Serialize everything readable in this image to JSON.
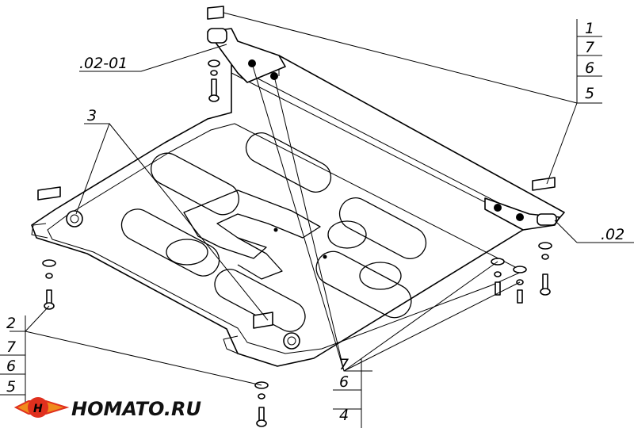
{
  "diagram": {
    "labels": {
      "part_02_01": ".02-01",
      "part_02": ".02",
      "part_3": "3"
    },
    "stack_top_right": [
      "1",
      "7",
      "6",
      "5"
    ],
    "stack_bottom_left": [
      "2",
      "7",
      "6",
      "5"
    ],
    "stack_bottom_center": [
      "7",
      "6",
      "4"
    ]
  },
  "logo": {
    "text": "HOMATO.RU",
    "colors": {
      "red": "#e0301e",
      "orange": "#f08a1c",
      "dark": "#222222"
    }
  }
}
